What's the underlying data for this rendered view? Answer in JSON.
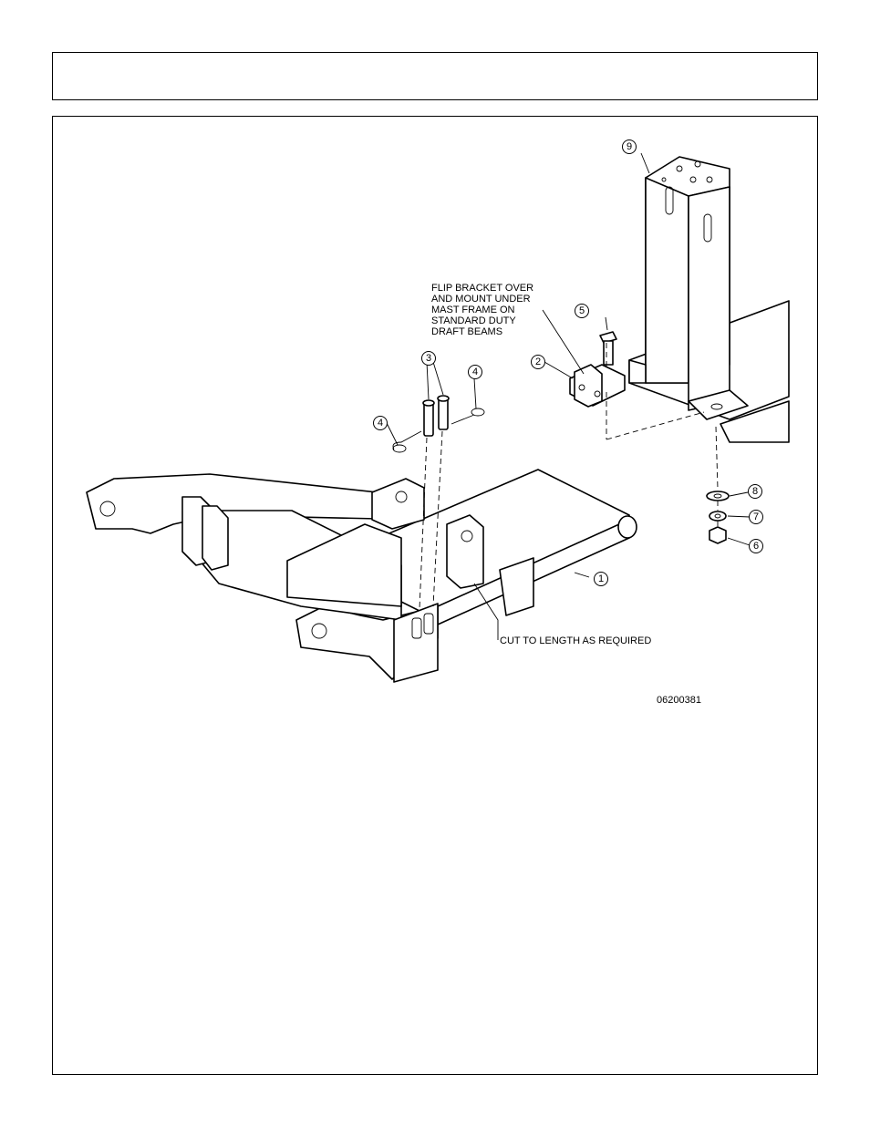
{
  "header": {
    "title": ""
  },
  "diagram": {
    "note_flip": [
      "FLIP BRACKET OVER",
      "AND MOUNT UNDER",
      "MAST FRAME ON",
      "STANDARD DUTY",
      "DRAFT BEAMS"
    ],
    "note_cut": "CUT TO LENGTH AS REQUIRED",
    "drawing_number": "06200381",
    "callouts": {
      "c1": "1",
      "c2": "2",
      "c3": "3",
      "c4a": "4",
      "c4b": "4",
      "c5": "5",
      "c6": "6",
      "c7": "7",
      "c8": "8",
      "c9": "9"
    }
  }
}
